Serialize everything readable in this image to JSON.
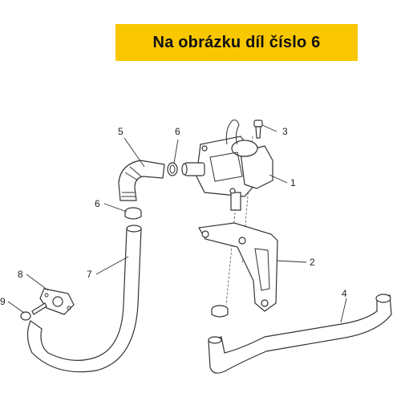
{
  "banner": {
    "text": "Na obrázku díl číslo 6"
  },
  "callouts": {
    "c1": "1",
    "c2": "2",
    "c3": "3",
    "c4": "4",
    "c5": "5",
    "c6a": "6",
    "c6b": "6",
    "c7": "7",
    "c8": "8",
    "c9": "9"
  },
  "colors": {
    "banner_bg": "#f8c700",
    "line": "#333333"
  }
}
